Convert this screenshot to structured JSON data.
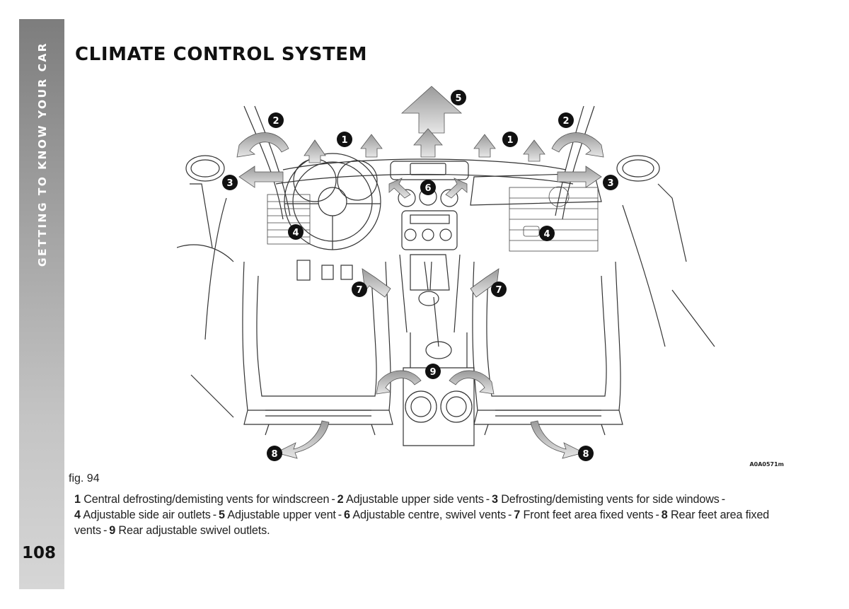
{
  "sidebar": {
    "section_label": "GETTING TO KNOW YOUR CAR",
    "page_number": "108"
  },
  "header": {
    "title": "CLIMATE CONTROL SYSTEM"
  },
  "figure": {
    "label": "fig. 94",
    "image_code": "A0A0571m",
    "markers": [
      "1",
      "1",
      "2",
      "2",
      "3",
      "3",
      "4",
      "4",
      "5",
      "6",
      "7",
      "7",
      "8",
      "8",
      "9"
    ]
  },
  "legend": [
    {
      "num": "1",
      "text": "Central defrosting/demisting vents for windscreen"
    },
    {
      "num": "2",
      "text": "Adjustable upper side vents"
    },
    {
      "num": "3",
      "text": "Defrosting/demisting vents for side windows"
    },
    {
      "num": "4",
      "text": "Adjustable side air outlets"
    },
    {
      "num": "5",
      "text": "Adjustable upper vent"
    },
    {
      "num": "6",
      "text": "Adjustable centre, swivel vents"
    },
    {
      "num": "7",
      "text": "Front feet area fixed vents"
    },
    {
      "num": "8",
      "text": "Rear feet area fixed vents"
    },
    {
      "num": "9",
      "text": "Rear adjustable swivel outlets."
    }
  ],
  "legend_separator": "-"
}
